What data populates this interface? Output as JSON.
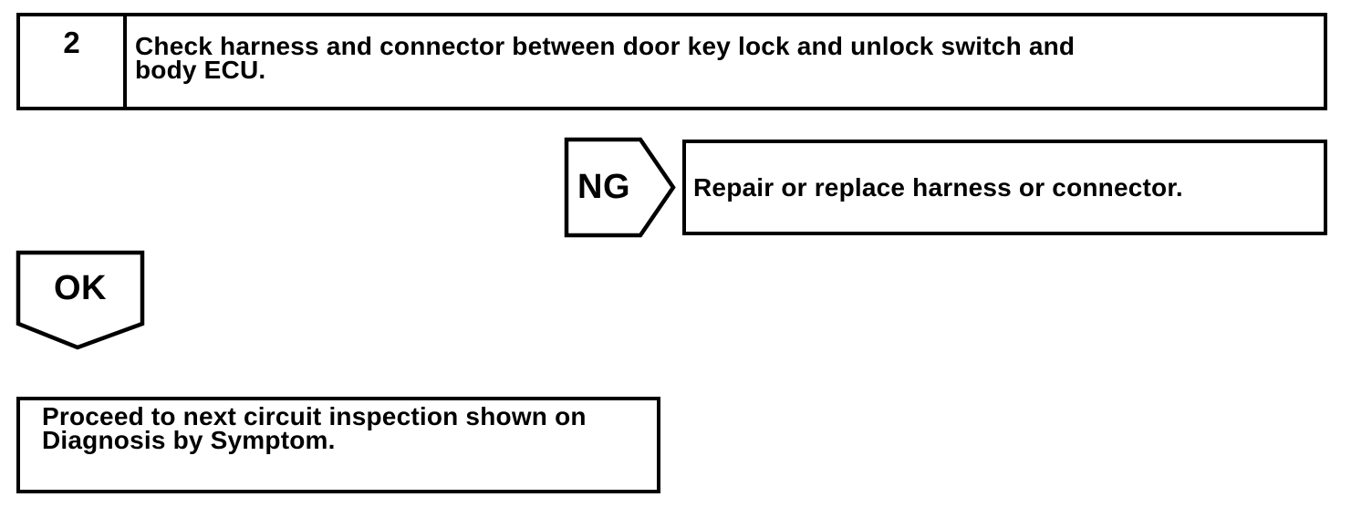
{
  "page": {
    "background": "#ffffff",
    "ink_color": "#000000"
  },
  "flowchart": {
    "step": {
      "number": "2",
      "instruction_line1": "Check harness and connector between door key lock and unlock switch and",
      "instruction_line2": "body ECU."
    },
    "ng_branch": {
      "label": "NG",
      "action": "Repair or replace harness or connector."
    },
    "ok_branch": {
      "label": "OK",
      "result_line1": "Proceed to next circuit inspection shown on",
      "result_line2": "Diagnosis by Symptom."
    }
  }
}
